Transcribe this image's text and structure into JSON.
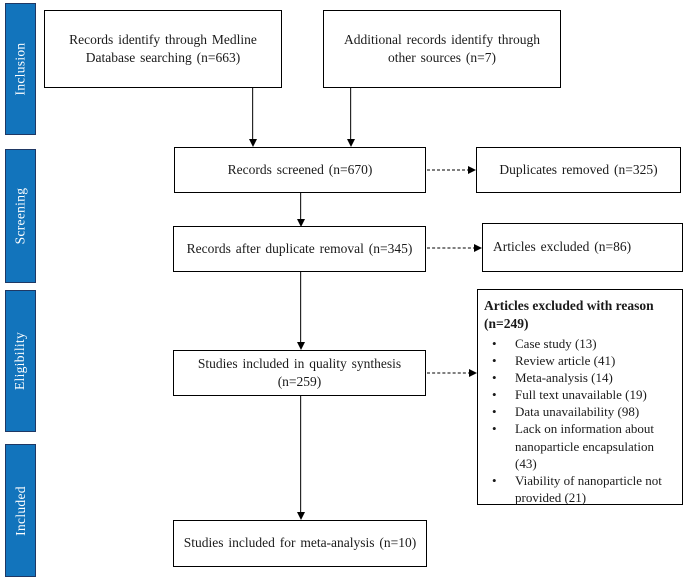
{
  "colors": {
    "sidebar_blue": "#1274BC",
    "sidebar_border": "#1F3864",
    "line_black": "#000000"
  },
  "sidebar": {
    "items": [
      {
        "label": "Inclusion"
      },
      {
        "label": "Screening"
      },
      {
        "label": "Eligibility"
      },
      {
        "label": "Included"
      }
    ]
  },
  "boxes": {
    "medline": "Records identify through Medline Database searching (n=663)",
    "other_sources": "Additional records identify through other sources (n=7)",
    "screened": "Records screened (n=670)",
    "duplicates_removed": "Duplicates removed (n=325)",
    "after_duplicate_removal": "Records after duplicate removal (n=345)",
    "articles_excluded": "Articles excluded (n=86)",
    "quality_synthesis": "Studies included in quality synthesis (n=259)",
    "meta_analysis": "Studies included for meta-analysis (n=10)"
  },
  "reason_box": {
    "header": "Articles excluded with reason (n=249)",
    "items": [
      "Case study (13)",
      "Review article (41)",
      "Meta-analysis (14)",
      "Full text unavailable (19)",
      "Data unavailability (98)",
      "Lack on information about nanoparticle encapsulation (43)",
      "Viability of nanoparticle not provided (21)"
    ]
  }
}
